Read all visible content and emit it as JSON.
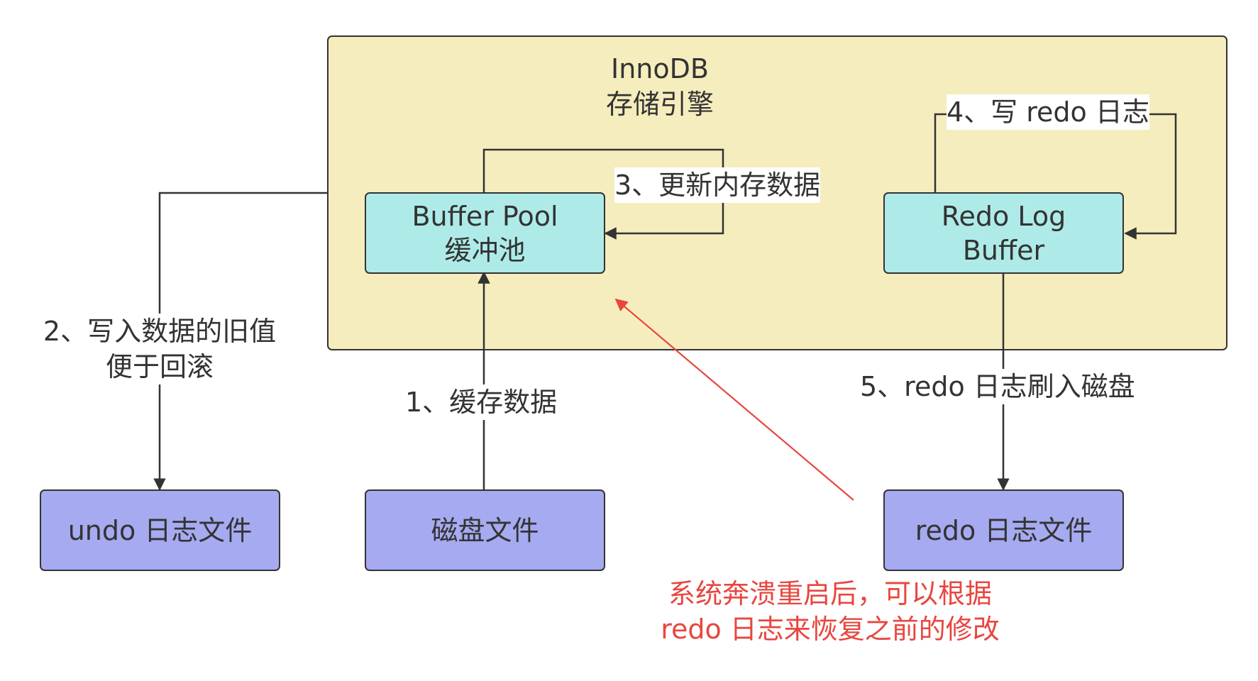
{
  "group": {
    "title_line1": "InnoDB",
    "title_line2": "存储引擎"
  },
  "nodes": {
    "buffer_pool": {
      "line1": "Buffer Pool",
      "line2": "缓冲池"
    },
    "redo_log_buffer": {
      "line1": "Redo Log",
      "line2": "Buffer"
    },
    "undo_file": {
      "label": "undo 日志文件"
    },
    "disk_file": {
      "label": "磁盘文件"
    },
    "redo_file": {
      "label": "redo 日志文件"
    }
  },
  "edges": {
    "step1": "1、缓存数据",
    "step2_line1": "2、写入数据的旧值",
    "step2_line2": "便于回滚",
    "step3": "3、更新内存数据",
    "step4": "4、写 redo 日志",
    "step5": "5、redo 日志刷入磁盘"
  },
  "note": {
    "line1": "系统奔溃重启后，可以根据",
    "line2": "redo 日志来恢复之前的修改"
  },
  "colors": {
    "group_fill": "#f6edbe",
    "cyan_node": "#aeebe8",
    "purple_node": "#a6aaf0",
    "note_text": "#e8463f",
    "line": "#333333"
  }
}
